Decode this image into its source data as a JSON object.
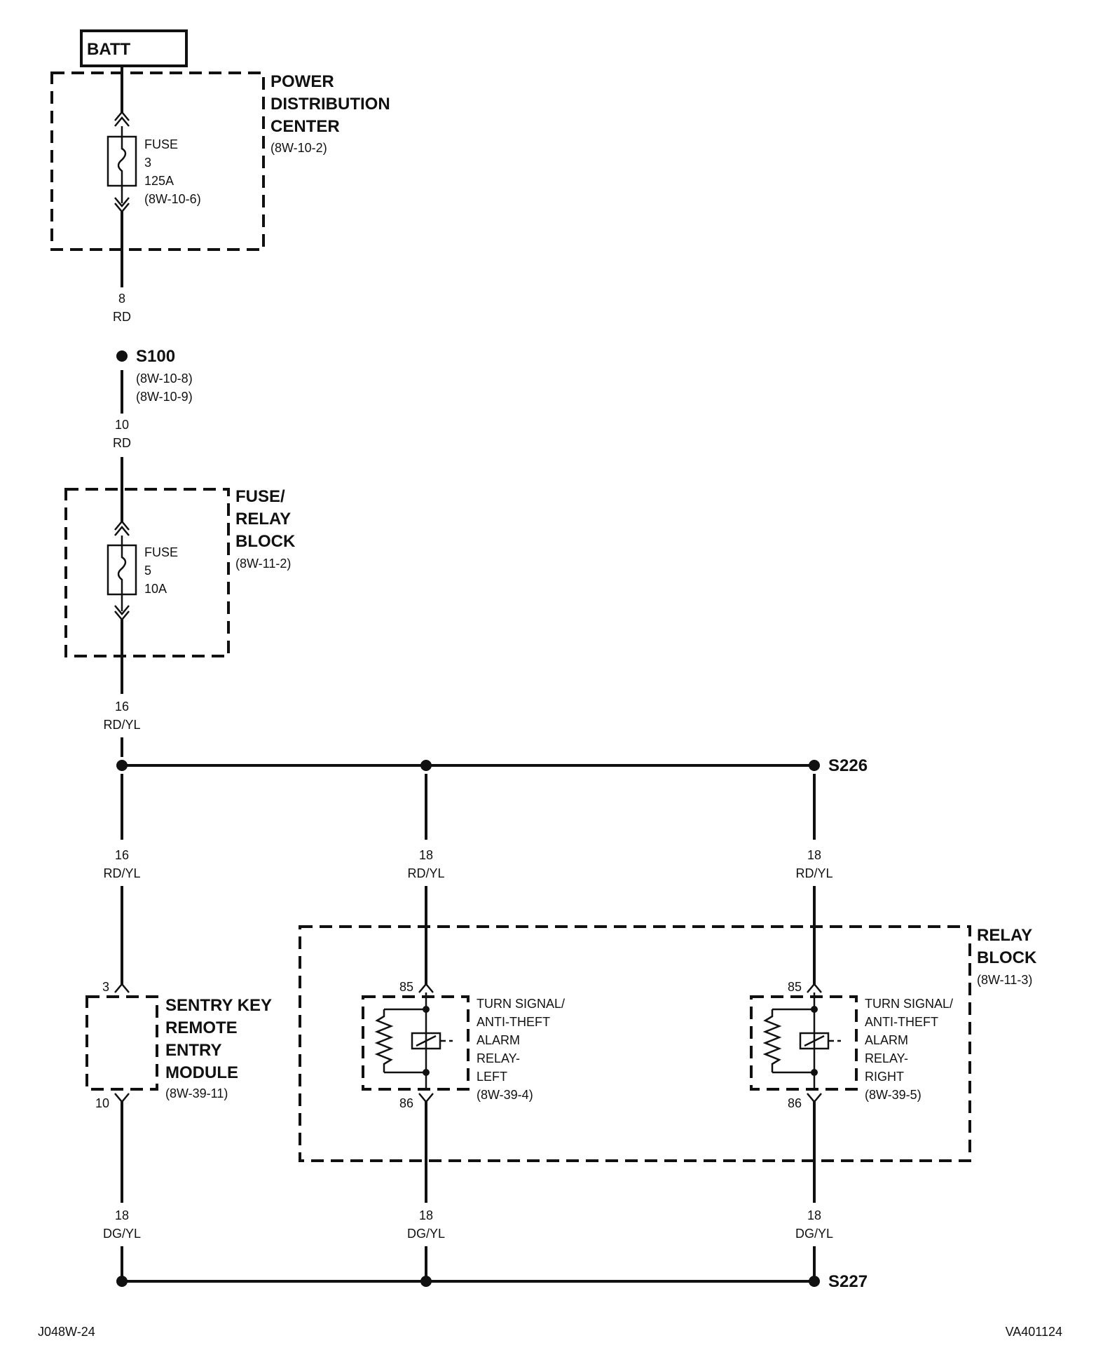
{
  "batt": "BATT",
  "pdc": {
    "title": [
      "POWER",
      "DISTRIBUTION",
      "CENTER"
    ],
    "ref": "(8W-10-2)",
    "fuse": [
      "FUSE",
      "3",
      "125A",
      "(8W-10-6)"
    ]
  },
  "w1": {
    "gauge": "8",
    "color": "RD"
  },
  "s100": {
    "name": "S100",
    "refs": [
      "(8W-10-8)",
      "(8W-10-9)"
    ]
  },
  "w2": {
    "gauge": "10",
    "color": "RD"
  },
  "frb": {
    "title": [
      "FUSE/",
      "RELAY",
      "BLOCK"
    ],
    "ref": "(8W-11-2)",
    "fuse": [
      "FUSE",
      "5",
      "10A"
    ]
  },
  "w3": {
    "gauge": "16",
    "color": "RD/YL"
  },
  "s226": "S226",
  "w4": {
    "gauge": "16",
    "color": "RD/YL"
  },
  "w5": {
    "gauge": "18",
    "color": "RD/YL"
  },
  "w6": {
    "gauge": "18",
    "color": "RD/YL"
  },
  "relay_block": {
    "title": [
      "RELAY",
      "BLOCK"
    ],
    "ref": "(8W-11-3)"
  },
  "sentry": {
    "title": [
      "SENTRY KEY",
      "REMOTE",
      "ENTRY",
      "MODULE"
    ],
    "ref": "(8W-39-11)",
    "pin_top": "3",
    "pin_bottom": "10"
  },
  "relay_left": {
    "pin_top": "85",
    "pin_bottom": "86",
    "label": [
      "TURN SIGNAL/",
      "ANTI-THEFT",
      "ALARM",
      "RELAY-",
      "LEFT",
      "(8W-39-4)"
    ]
  },
  "relay_right": {
    "pin_top": "85",
    "pin_bottom": "86",
    "label": [
      "TURN SIGNAL/",
      "ANTI-THEFT",
      "ALARM",
      "RELAY-",
      "RIGHT",
      "(8W-39-5)"
    ]
  },
  "w7": {
    "gauge": "18",
    "color": "DG/YL"
  },
  "w8": {
    "gauge": "18",
    "color": "DG/YL"
  },
  "w9": {
    "gauge": "18",
    "color": "DG/YL"
  },
  "s227": "S227",
  "footer": {
    "left": "J048W-24",
    "right": "VA401124"
  }
}
